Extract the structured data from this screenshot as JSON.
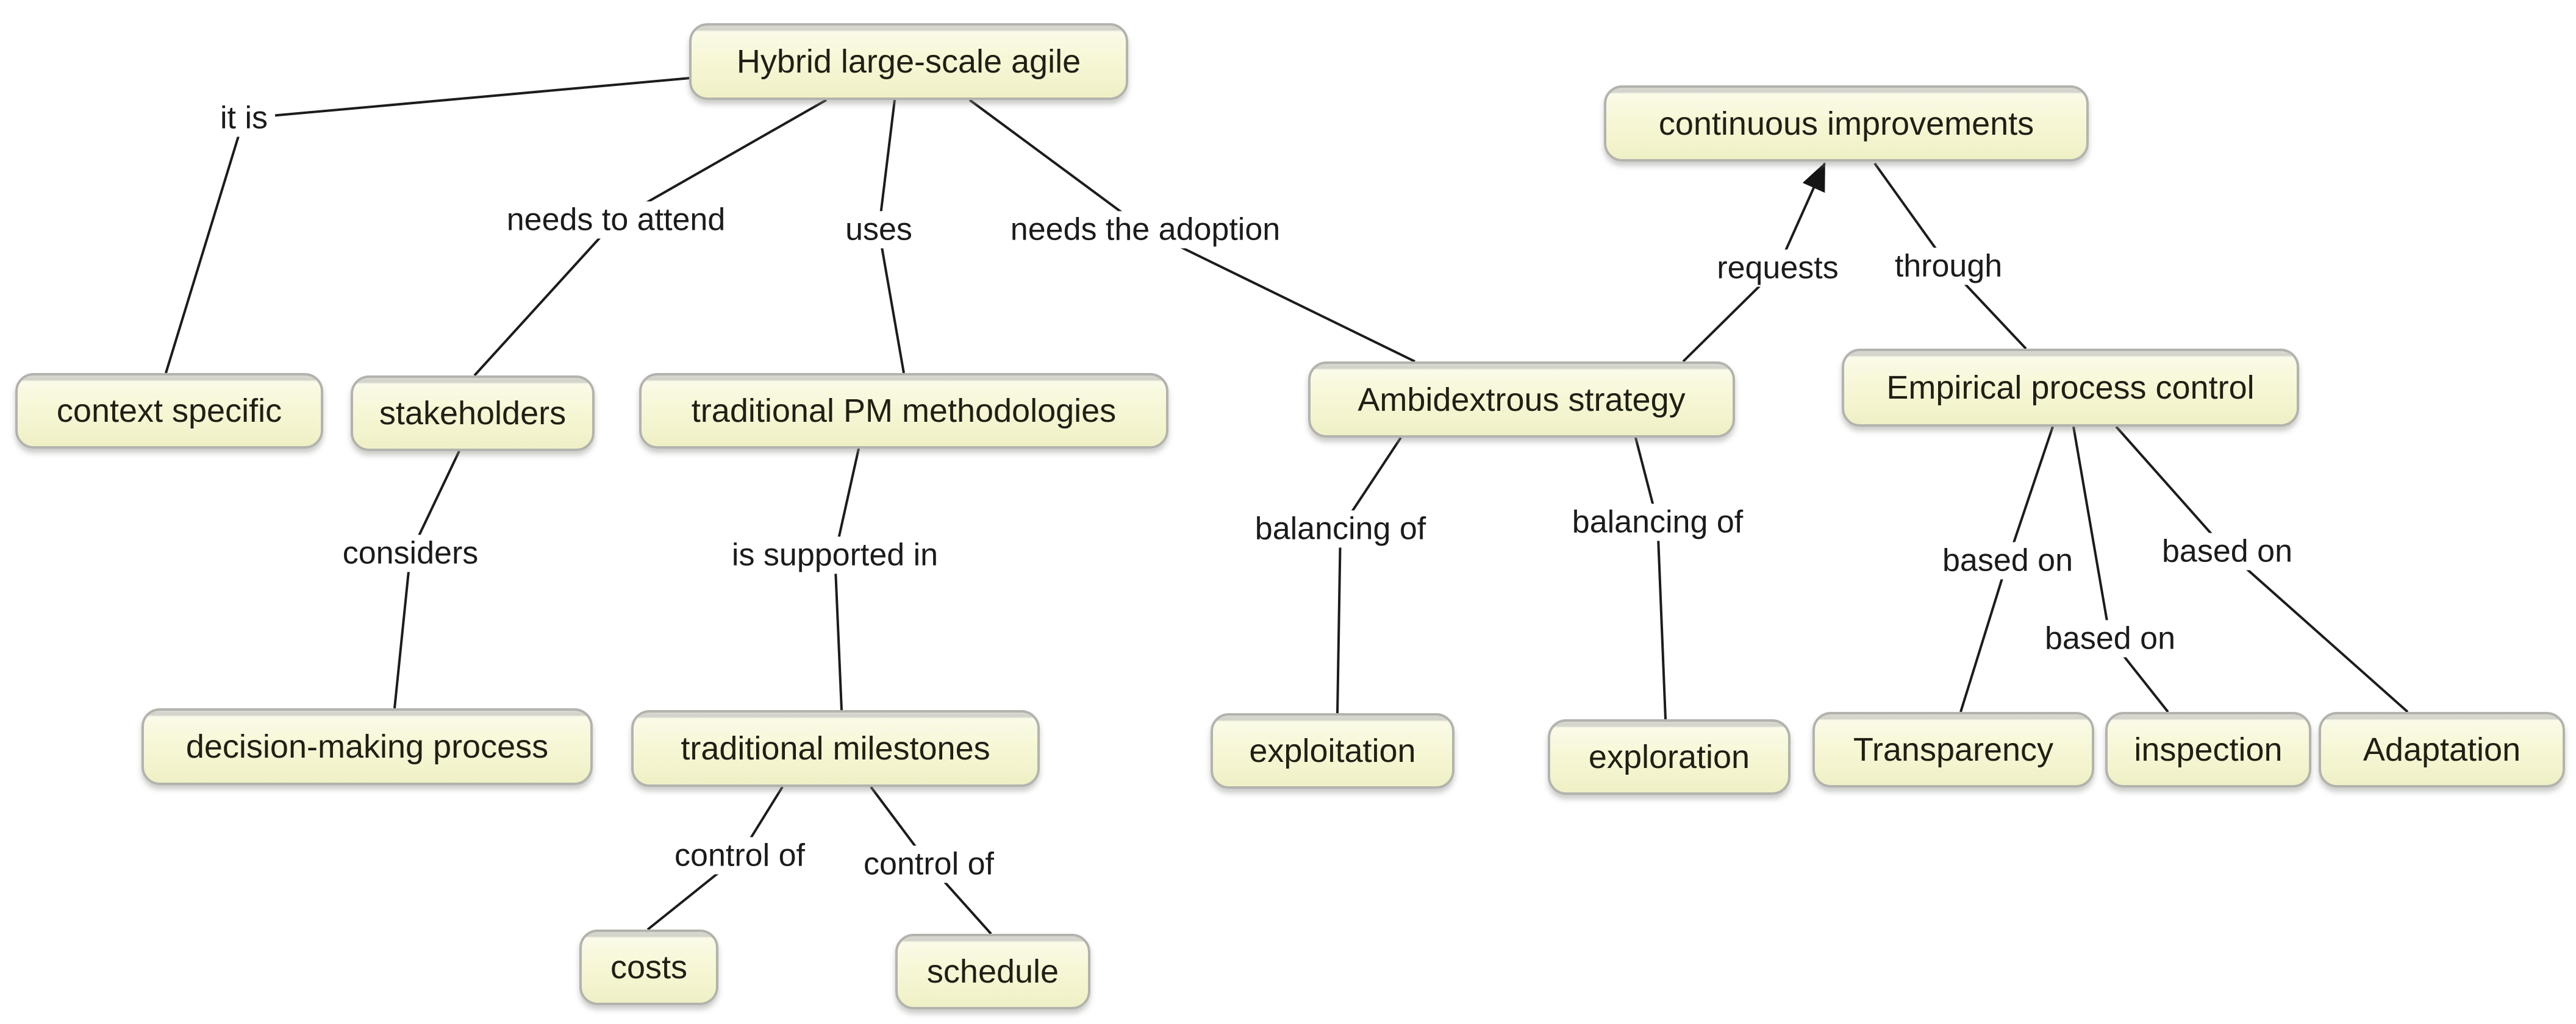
{
  "diagram": {
    "type": "concept-map",
    "nodes": [
      {
        "id": "hybrid",
        "label": "Hybrid large-scale agile"
      },
      {
        "id": "continuous-improvements",
        "label": "continuous improvements"
      },
      {
        "id": "context-specific",
        "label": "context specific"
      },
      {
        "id": "stakeholders",
        "label": "stakeholders"
      },
      {
        "id": "traditional-pm-methodologies",
        "label": "traditional PM methodologies"
      },
      {
        "id": "ambidextrous-strategy",
        "label": "Ambidextrous strategy"
      },
      {
        "id": "empirical-process-control",
        "label": "Empirical process control"
      },
      {
        "id": "decision-making-process",
        "label": "decision-making process"
      },
      {
        "id": "traditional-milestones",
        "label": "traditional milestones"
      },
      {
        "id": "exploitation",
        "label": "exploitation"
      },
      {
        "id": "exploration",
        "label": "exploration"
      },
      {
        "id": "transparency",
        "label": "Transparency"
      },
      {
        "id": "inspection",
        "label": "inspection"
      },
      {
        "id": "adaptation",
        "label": "Adaptation"
      },
      {
        "id": "costs",
        "label": "costs"
      },
      {
        "id": "schedule",
        "label": "schedule"
      }
    ],
    "edges": [
      {
        "from": "hybrid",
        "to": "context-specific",
        "label": "it is",
        "arrow": false
      },
      {
        "from": "hybrid",
        "to": "stakeholders",
        "label": "needs to attend",
        "arrow": false
      },
      {
        "from": "hybrid",
        "to": "traditional-pm-methodologies",
        "label": "uses",
        "arrow": false
      },
      {
        "from": "hybrid",
        "to": "ambidextrous-strategy",
        "label": "needs the adoption",
        "arrow": false
      },
      {
        "from": "stakeholders",
        "to": "decision-making-process",
        "label": "considers",
        "arrow": false
      },
      {
        "from": "traditional-pm-methodologies",
        "to": "traditional-milestones",
        "label": "is supported in",
        "arrow": false
      },
      {
        "from": "ambidextrous-strategy",
        "to": "exploitation",
        "label": "balancing of",
        "arrow": false
      },
      {
        "from": "ambidextrous-strategy",
        "to": "exploration",
        "label": "balancing of",
        "arrow": false
      },
      {
        "from": "ambidextrous-strategy",
        "to": "continuous-improvements",
        "label": "requests",
        "arrow": true
      },
      {
        "from": "continuous-improvements",
        "to": "empirical-process-control",
        "label": "through",
        "arrow": false
      },
      {
        "from": "empirical-process-control",
        "to": "transparency",
        "label": "based on",
        "arrow": false
      },
      {
        "from": "empirical-process-control",
        "to": "inspection",
        "label": "based on",
        "arrow": false
      },
      {
        "from": "empirical-process-control",
        "to": "adaptation",
        "label": "based on",
        "arrow": false
      },
      {
        "from": "traditional-milestones",
        "to": "costs",
        "label": "control of",
        "arrow": false
      },
      {
        "from": "traditional-milestones",
        "to": "schedule",
        "label": "control of",
        "arrow": false
      }
    ],
    "colors": {
      "node_fill": "#f7f7d7",
      "node_border": "#b3b3ae",
      "node_text": "#1f1f14",
      "line": "#1c1c1c",
      "label_text": "#1b1b1b",
      "background": "#ffffff"
    }
  }
}
